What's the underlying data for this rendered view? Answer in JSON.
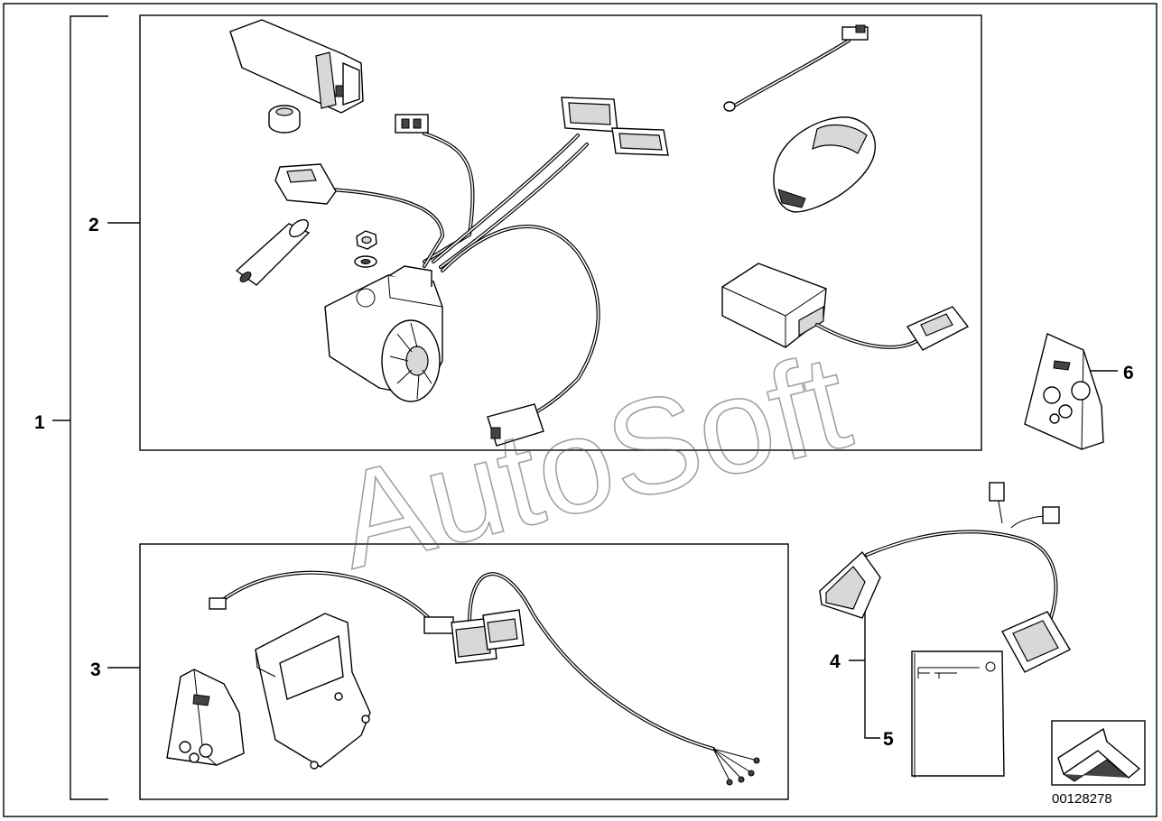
{
  "diagram": {
    "callouts": [
      "1",
      "2",
      "3",
      "4",
      "5",
      "6"
    ],
    "document_number": "00128278",
    "watermark": "AutoSoft"
  }
}
